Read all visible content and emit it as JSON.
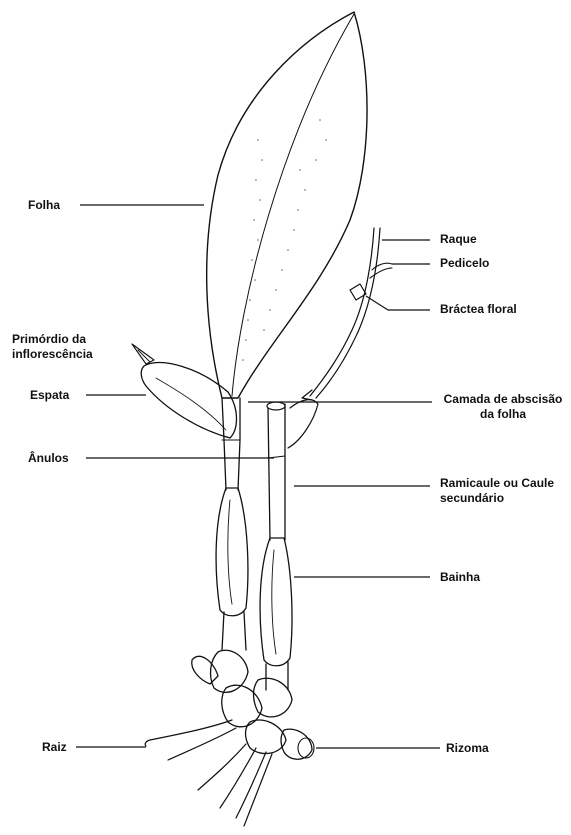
{
  "labels": {
    "folha": "Folha",
    "raque": "Raque",
    "pedicelo": "Pedicelo",
    "bractea_floral": "Bráctea floral",
    "primordio_line1": "Primórdio da",
    "primordio_line2": "inflorescência",
    "espata": "Espata",
    "camada_line1": "Camada de abscisão",
    "camada_line2": "da folha",
    "anulos": "Ânulos",
    "ramicaule_line1": "Ramicaule ou Caule",
    "ramicaule_line2": "secundário",
    "bainha": "Bainha",
    "raiz": "Raiz",
    "rizoma": "Rizoma"
  }
}
